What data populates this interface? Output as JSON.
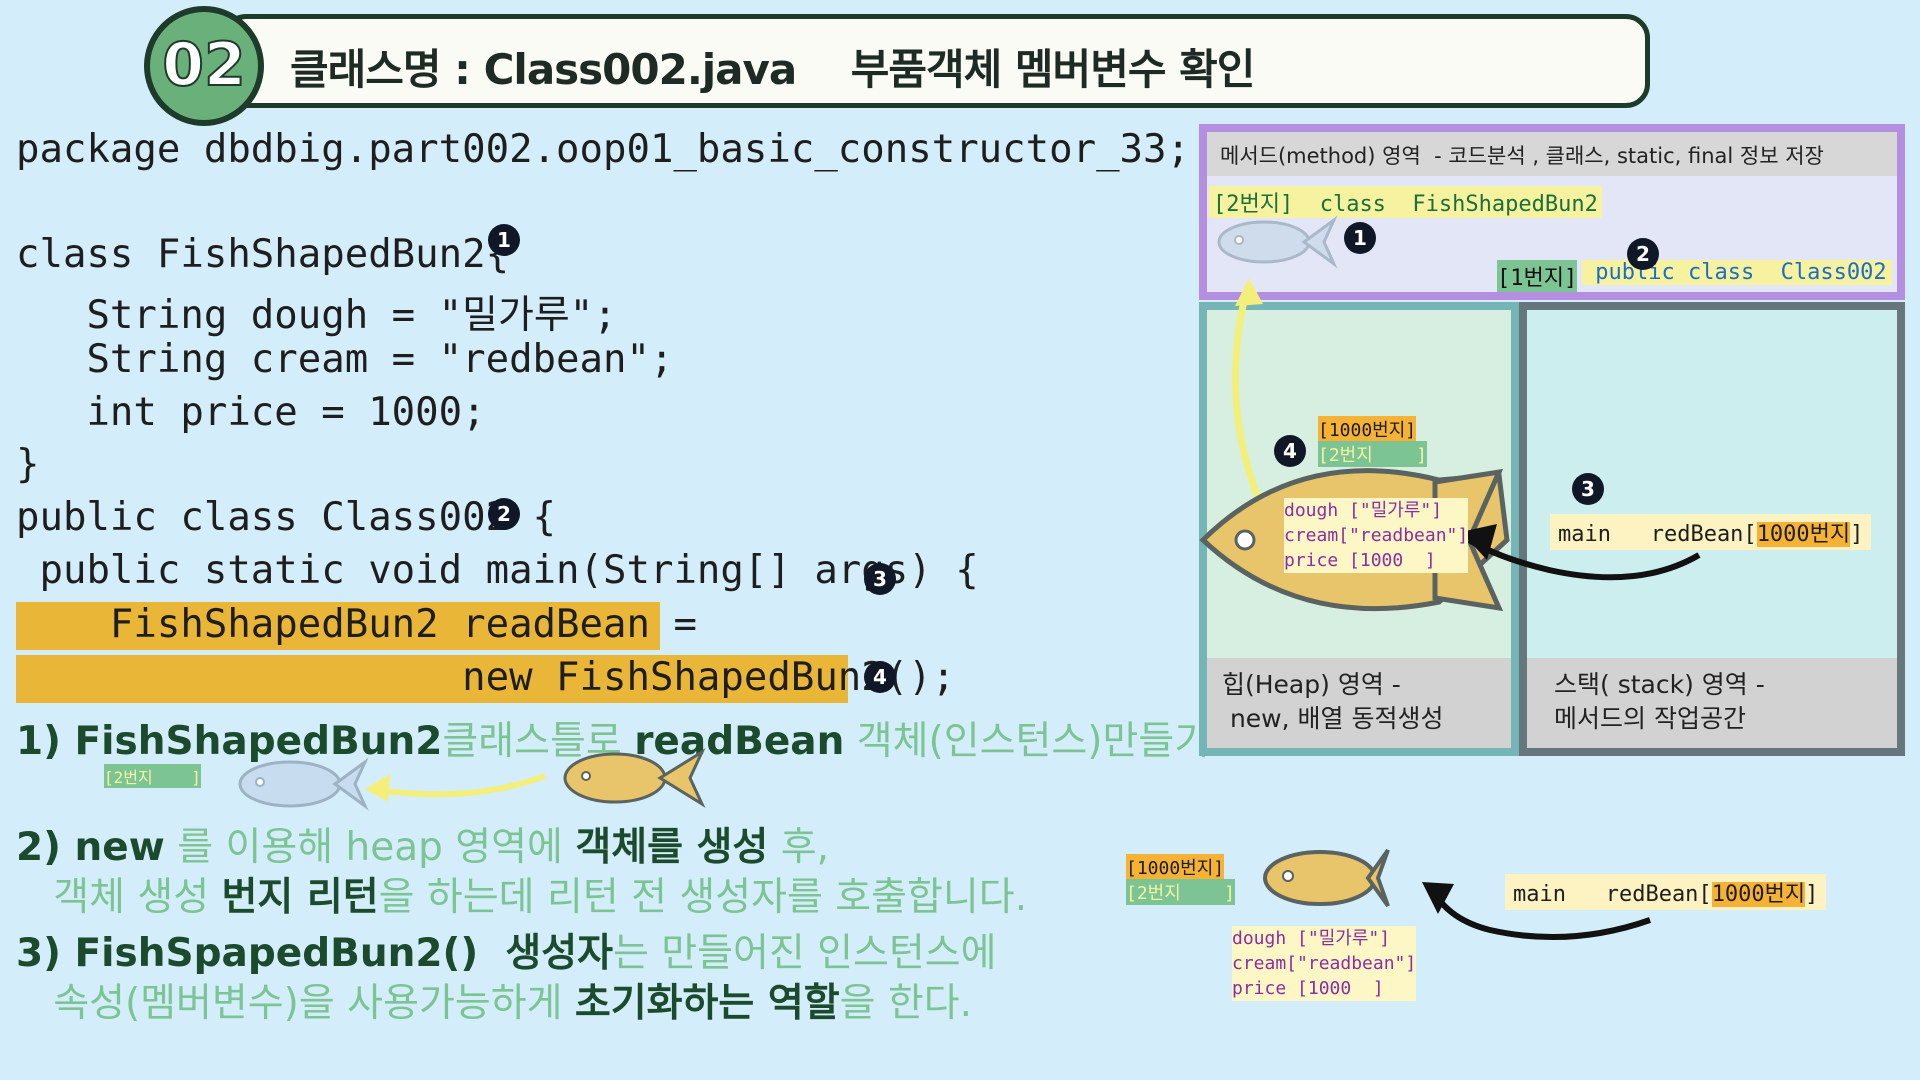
{
  "header": {
    "number": "02",
    "title": "클래스명 : Class002.java    부품객체 멤버변수 확인"
  },
  "code": {
    "lines": [
      "package dbdbig.part002.oop01_basic_constructor_33;",
      "class FishShapedBun2{",
      "   String dough = \"밀가루\";",
      "   String cream = \"redbean\";",
      "   int price = 1000;",
      "}",
      "public class Class002 {",
      " public static void main(String[] args) {",
      "    FishShapedBun2 readBean =",
      "                   new FishShapedBun2();"
    ],
    "markers": [
      "1",
      "2",
      "3",
      "4"
    ]
  },
  "notes": {
    "n1_a": "1) FishShapedBun2",
    "n1_b": "클래스틀로 ",
    "n1_c": "readBean",
    "n1_d": " 객체(인스턴스)만들기",
    "n1_tag": "[2번지    ]",
    "n2_a": "2) new",
    "n2_b": " 를 이용해 heap 영역에 ",
    "n2_c": "객체를 생성",
    "n2_d": " 후,",
    "n2_e": "   객체 생성 ",
    "n2_f": "번지 리턴",
    "n2_g": "을 하는데 리턴 전 생성자를 호출합니다.",
    "n3_a": "3) FishSpapedBun2()  생성자",
    "n3_b": "는 만들어진 인스턴스에",
    "n3_c": "   속성(멤버변수)",
    "n3_d": "을 사용가능하게 ",
    "n3_e": "초기화하는 역할",
    "n3_f": "을 한다."
  },
  "memory": {
    "method_label": "메서드(method) 영역  - 코드분석 , 클래스, static, final 정보 저장",
    "method_row1": "[2번지]  class  FishShapedBun2",
    "method_row2_tag": "[1번지]",
    "method_row2_text": " public class  Class002",
    "heap_label": "힙(Heap) 영역 -\n new, 배열 동적생성",
    "stack_label": "스택( stack) 영역 -\n메서드의 작업공간",
    "heap_tag_1000": "[1000번지]",
    "heap_tag_2": "[2번지    ]",
    "fields": "dough [\"밀가루\"]\ncream[\"readbean\"]\nprice [1000  ]",
    "stack_main": "main   redBean[",
    "stack_addr": "1000번지",
    "stack_close": "]",
    "markers": [
      "1",
      "2",
      "3",
      "4"
    ]
  },
  "lower_diagram": {
    "tag_1000": "[1000번지]",
    "tag_2": "[2번지    ]",
    "fields": "dough [\"밀가루\"]\ncream[\"readbean\"]\nprice [1000  ]",
    "stack_main": "main   redBean[",
    "stack_addr": "1000번지",
    "stack_close": "]"
  },
  "colors": {
    "background": "#d3edfb",
    "highlight": "#e9b637",
    "note_green": "#7cc493",
    "fish_gold": "#e8c46a",
    "fish_ghost": "#c7dcef"
  }
}
